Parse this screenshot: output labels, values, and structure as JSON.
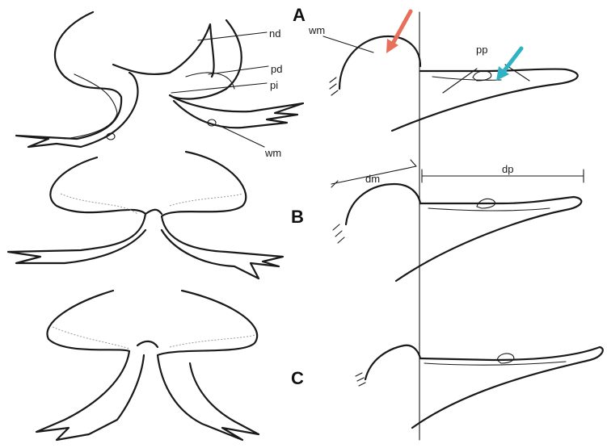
{
  "panels": [
    "A",
    "B",
    "C"
  ],
  "labels": {
    "nd": "nd",
    "pd": "pd",
    "pi": "pi",
    "wm_left": "wm",
    "wm_right": "wm",
    "pp": "pp",
    "dm": "dm",
    "dp": "dp"
  },
  "colors": {
    "red_arrow": "#e8705a",
    "cyan_arrow": "#2fb3c4",
    "line": "#1a1a1a"
  }
}
